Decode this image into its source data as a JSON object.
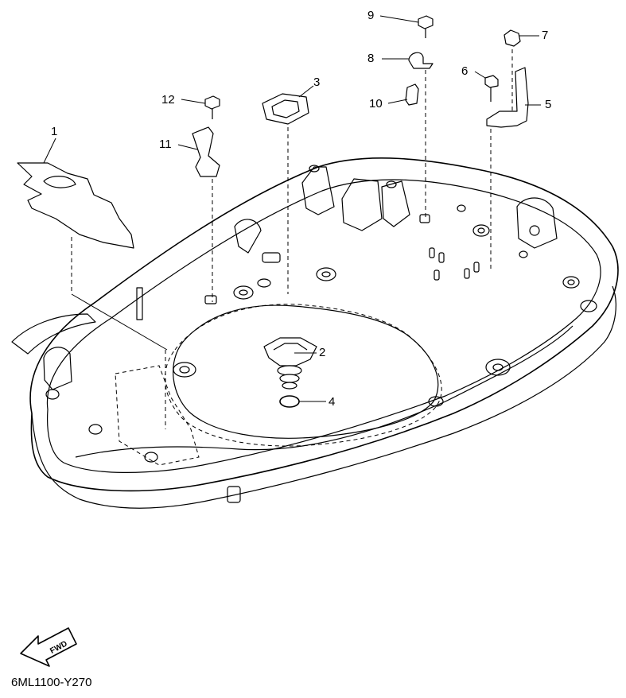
{
  "diagram": {
    "drawing_code": "6ML1100-Y270",
    "fwd_label": "FWD",
    "callouts": [
      {
        "id": "1",
        "text": "1"
      },
      {
        "id": "2",
        "text": "2"
      },
      {
        "id": "3",
        "text": "3"
      },
      {
        "id": "4",
        "text": "4"
      },
      {
        "id": "5",
        "text": "5"
      },
      {
        "id": "6",
        "text": "6"
      },
      {
        "id": "7",
        "text": "7"
      },
      {
        "id": "8",
        "text": "8"
      },
      {
        "id": "9",
        "text": "9"
      },
      {
        "id": "10",
        "text": "10"
      },
      {
        "id": "11",
        "text": "11"
      },
      {
        "id": "12",
        "text": "12"
      }
    ]
  }
}
